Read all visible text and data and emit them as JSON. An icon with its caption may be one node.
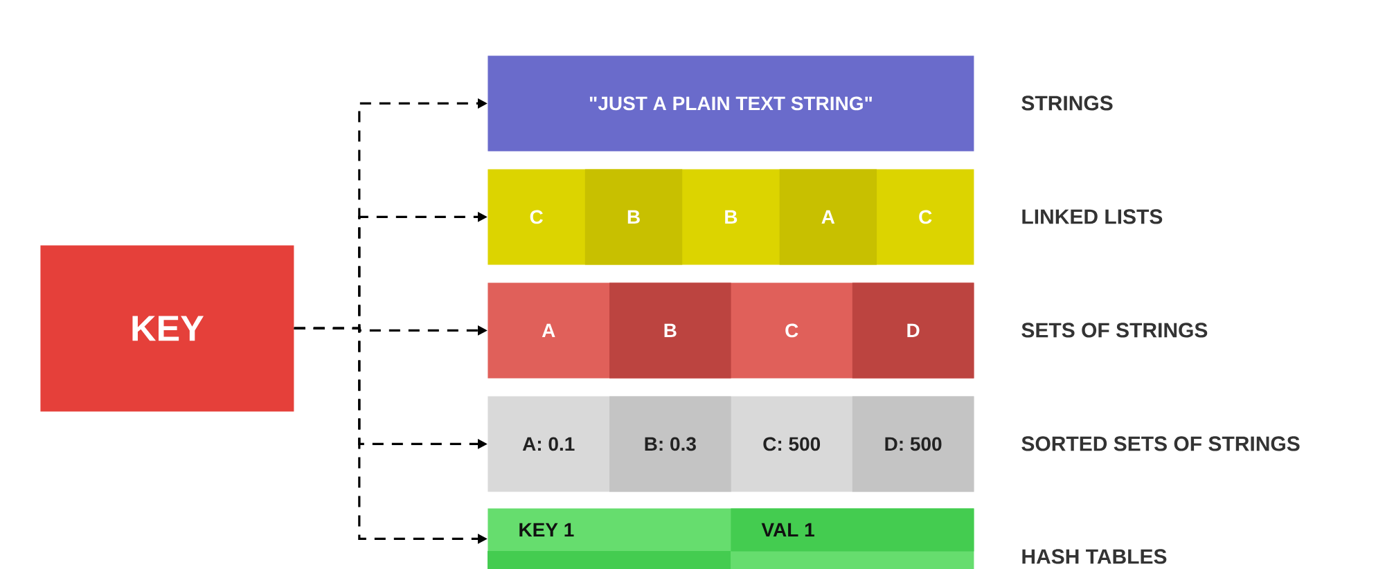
{
  "diagram": {
    "nodes": [
      {
        "text": [
          "KEY"
        ]
      },
      {
        "text": [
          "\"JUST A PLAIN TEXT STRING\""
        ],
        "beside": [
          "STRINGS"
        ]
      },
      {
        "text": [],
        "shape": "bar",
        "beside": [
          "LINKED LISTS"
        ]
      },
      {
        "text": [
          "C"
        ],
        "in": 2
      },
      {
        "text": [
          "B"
        ],
        "in": 2
      },
      {
        "text": [
          "B"
        ],
        "in": 2
      },
      {
        "text": [
          "A"
        ],
        "in": 2
      },
      {
        "text": [
          "C"
        ],
        "in": 2
      },
      {
        "text": [],
        "shape": "bar",
        "beside": [
          "SETS OF STRINGS"
        ]
      },
      {
        "text": [
          "A"
        ],
        "in": 8
      },
      {
        "text": [
          "B"
        ],
        "in": 8
      },
      {
        "text": [
          "C"
        ],
        "in": 8
      },
      {
        "text": [
          "D"
        ],
        "in": 8
      },
      {
        "text": [],
        "shape": "bar",
        "beside": [
          "SORTED SETS OF STRINGS"
        ]
      },
      {
        "text": [
          "A: 0.1"
        ],
        "in": 13
      },
      {
        "text": [
          "B: 0.3"
        ],
        "in": 13
      },
      {
        "text": [
          "C: 500"
        ],
        "in": 13
      },
      {
        "text": [
          "D: 500"
        ],
        "in": 13
      },
      {
        "text": [],
        "shape": "bar",
        "beside": [
          "HASH TABLES"
        ]
      },
      {
        "text": [
          "KEY 1"
        ],
        "in": 18
      },
      {
        "text": [
          "VAL 1"
        ],
        "in": 18
      }
    ],
    "edges": [
      {
        "from": 0,
        "to": 1,
        "arrow": "to",
        "style": "dashed"
      },
      {
        "from": 0,
        "to": 2,
        "arrow": "to",
        "style": "dashed"
      },
      {
        "from": 0,
        "to": 8,
        "arrow": "to",
        "style": "dashed"
      },
      {
        "from": 0,
        "to": 13,
        "arrow": "to",
        "style": "dashed"
      },
      {
        "from": 0,
        "to": 18,
        "arrow": "to",
        "style": "dashed"
      }
    ]
  }
}
